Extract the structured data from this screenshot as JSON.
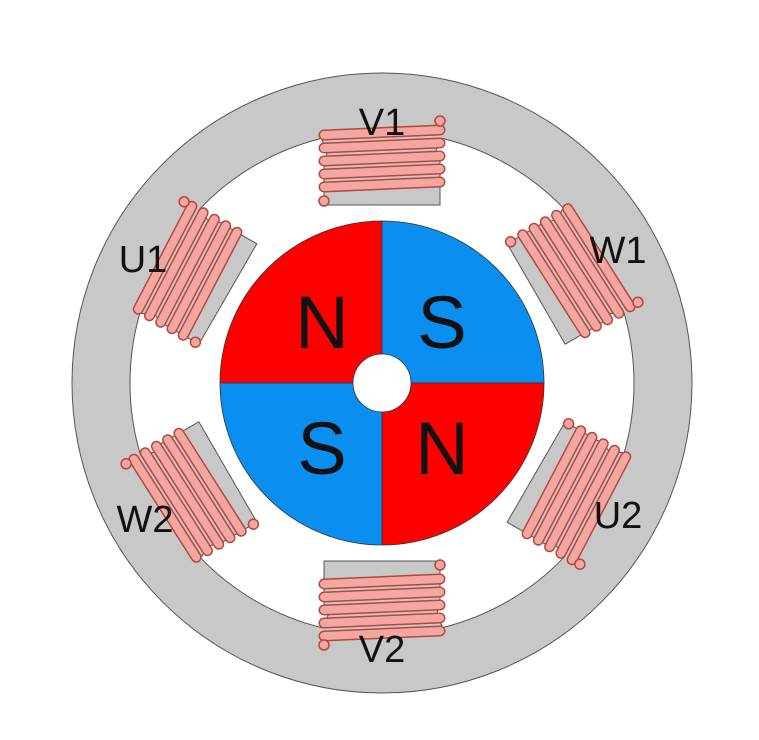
{
  "colors": {
    "stator": "#c8c8c8",
    "stator_outline": "#555555",
    "coil": "#f4a6a0",
    "coil_outline": "#b5473d",
    "rotor_red": "#ff0000",
    "rotor_blue": "#0a8ff0",
    "background": "#ffffff"
  },
  "coils": [
    {
      "label": "V1"
    },
    {
      "label": "W1"
    },
    {
      "label": "U2"
    },
    {
      "label": "V2"
    },
    {
      "label": "W2"
    },
    {
      "label": "U1"
    }
  ],
  "rotor": {
    "quadrants": [
      {
        "pole": "N",
        "color": "red"
      },
      {
        "pole": "S",
        "color": "blue"
      },
      {
        "pole": "N",
        "color": "red"
      },
      {
        "pole": "S",
        "color": "blue"
      }
    ]
  }
}
